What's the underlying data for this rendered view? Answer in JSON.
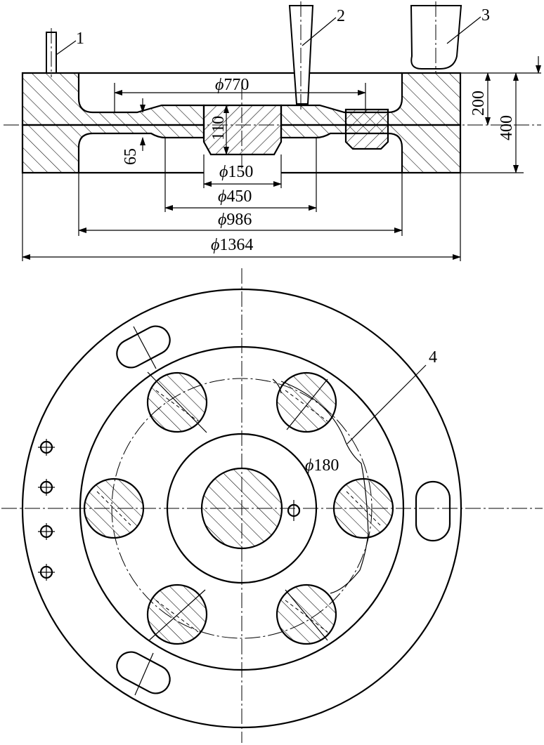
{
  "dimensions": {
    "d770": {
      "symbol": "ϕ",
      "value": "770"
    },
    "d150": {
      "symbol": "ϕ",
      "value": "150"
    },
    "d450": {
      "symbol": "ϕ",
      "value": "450"
    },
    "d986": {
      "symbol": "ϕ",
      "value": "986"
    },
    "d1364": {
      "symbol": "ϕ",
      "value": "1364"
    },
    "d180": {
      "symbol": "ϕ",
      "value": "180"
    },
    "h65": "65",
    "h110": "110",
    "h200": "200",
    "h400": "400"
  },
  "callouts": [
    "1",
    "2",
    "3",
    "4"
  ]
}
